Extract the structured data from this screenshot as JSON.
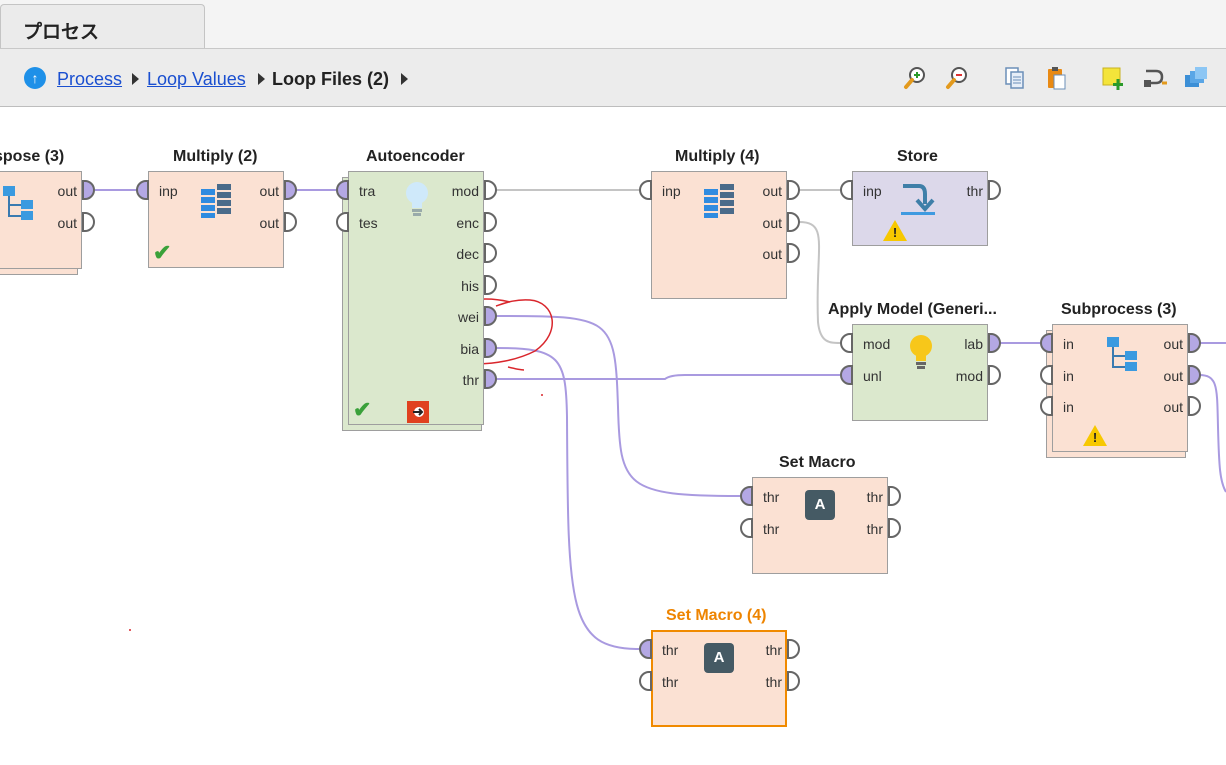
{
  "tab": {
    "label": "プロセス"
  },
  "breadcrumb": {
    "items": [
      "Process",
      "Loop Values"
    ],
    "current": "Loop Files (2)"
  },
  "toolbar": {
    "icons": [
      "zoom-in-icon",
      "zoom-out-icon",
      "copy-icon",
      "paste-icon",
      "add-note-icon",
      "auto-wire-icon",
      "layers-icon"
    ]
  },
  "operators": {
    "transpose": {
      "title": "spose (3)",
      "ports_out": [
        "out",
        "out"
      ]
    },
    "multiply2": {
      "title": "Multiply (2)",
      "ports_in": [
        "inp"
      ],
      "ports_out": [
        "out",
        "out"
      ]
    },
    "autoencoder": {
      "title": "Autoencoder",
      "ports_in": [
        "tra",
        "tes"
      ],
      "ports_out": [
        "mod",
        "enc",
        "dec",
        "his",
        "wei",
        "bia",
        "thr"
      ]
    },
    "multiply4": {
      "title": "Multiply (4)",
      "ports_in": [
        "inp"
      ],
      "ports_out": [
        "out",
        "out",
        "out"
      ]
    },
    "store": {
      "title": "Store",
      "ports_in": [
        "inp"
      ],
      "ports_out": [
        "thr"
      ]
    },
    "apply_model": {
      "title": "Apply Model (Generi...",
      "ports_in": [
        "mod",
        "unl"
      ],
      "ports_out": [
        "lab",
        "mod"
      ]
    },
    "subprocess3": {
      "title": "Subprocess (3)",
      "ports_in": [
        "in",
        "in",
        "in"
      ],
      "ports_out": [
        "out",
        "out",
        "out"
      ]
    },
    "set_macro": {
      "title": "Set Macro",
      "ports_in": [
        "thr",
        "thr"
      ],
      "ports_out": [
        "thr",
        "thr"
      ],
      "icon_letter": "A"
    },
    "set_macro4": {
      "title": "Set Macro (4)",
      "ports_in": [
        "thr",
        "thr"
      ],
      "ports_out": [
        "thr",
        "thr"
      ],
      "icon_letter": "A"
    }
  },
  "colors": {
    "wire": "#a99ae0",
    "wire_grey": "#c4c4c4",
    "annotation": "#d9262c",
    "selected": "#ee8400"
  }
}
